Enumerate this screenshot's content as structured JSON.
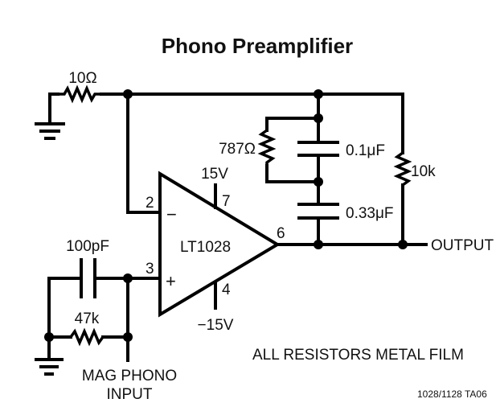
{
  "title": "Phono Preamplifier",
  "components": {
    "r_ground": {
      "type": "resistor",
      "label": "10Ω"
    },
    "r_feedback_parallel": {
      "type": "resistor",
      "label": "787Ω"
    },
    "c_feedback_top": {
      "type": "capacitor",
      "label": "0.1μF"
    },
    "c_feedback_bottom": {
      "type": "capacitor",
      "label": "0.33μF"
    },
    "r_feedback": {
      "type": "resistor",
      "label": "10k"
    },
    "c_input": {
      "type": "capacitor",
      "label": "100pF"
    },
    "r_input": {
      "type": "resistor",
      "label": "47k"
    },
    "opamp": {
      "type": "op-amp",
      "label": "LT1028",
      "inverting_symbol": "−",
      "noninverting_symbol": "+",
      "pins": {
        "inverting": "2",
        "noninverting": "3",
        "output": "6",
        "vplus": "7",
        "vminus": "4"
      },
      "vplus_label": "15V",
      "vminus_label": "−15V"
    }
  },
  "ports": {
    "output": "OUTPUT",
    "input_line1": "MAG PHONO",
    "input_line2": "INPUT"
  },
  "notes": {
    "resistors": "ALL RESISTORS METAL FILM",
    "figure_code": "1028/1128 TA06"
  }
}
